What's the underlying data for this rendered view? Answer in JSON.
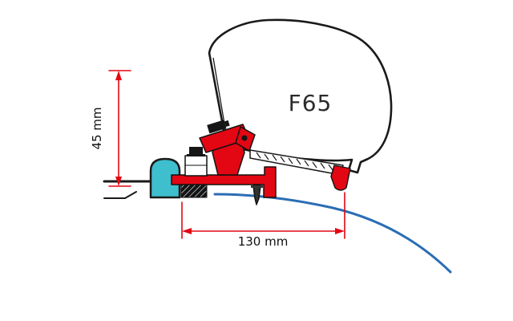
{
  "diagram": {
    "product_label": "F65",
    "dimensions": {
      "height": "45 mm",
      "width": "130 mm"
    },
    "colors": {
      "bracket_red": "#e30613",
      "rail_teal": "#3fbecd",
      "roof_blue": "#2a6db4",
      "outline_black": "#1a1a1a",
      "background": "#ffffff"
    }
  }
}
